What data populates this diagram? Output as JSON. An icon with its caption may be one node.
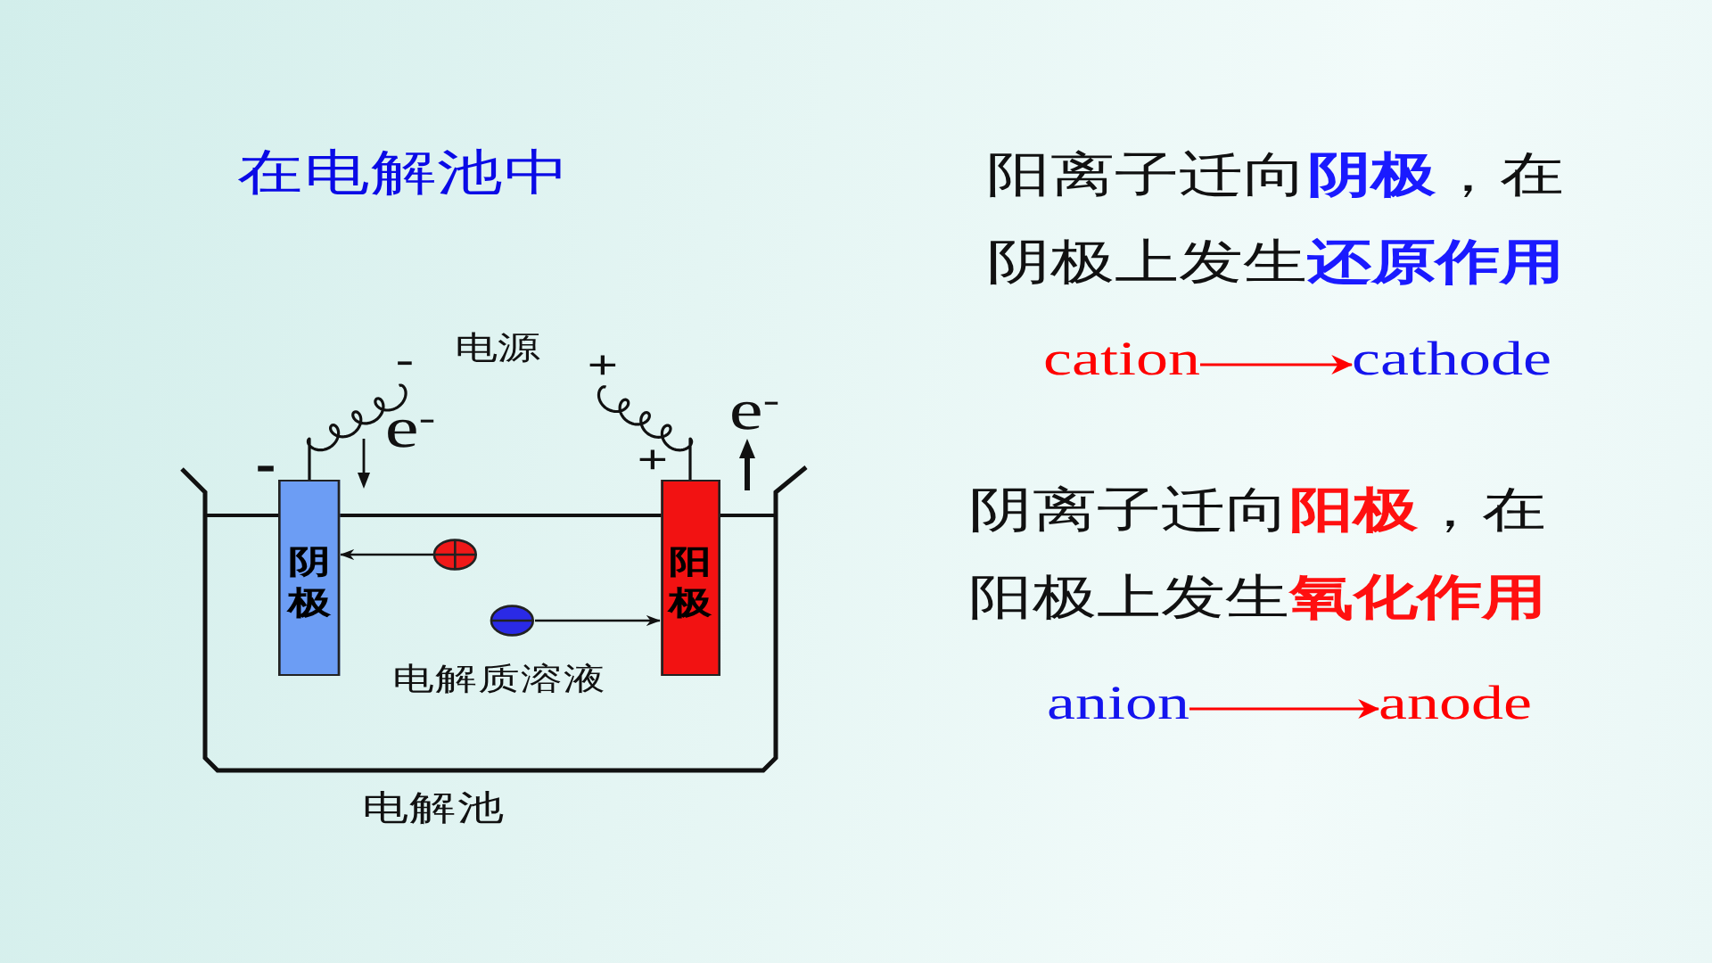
{
  "diagram": {
    "title": "在电解池中",
    "nodes": [
      {
        "text": [
          "-"
        ]
      },
      {
        "text": [
          "+"
        ]
      },
      {
        "text": [
          "电解质溶液",
          "电解池"
        ]
      },
      {
        "text": [
          "阴极"
        ],
        "in": 2
      },
      {
        "text": [],
        "shape": "circle",
        "in": 2
      },
      {
        "text": [],
        "shape": "circle",
        "in": 2
      },
      {
        "text": [
          "阳极"
        ],
        "in": 2
      },
      {
        "text": [
          "cation"
        ]
      },
      {
        "text": [
          "cathode"
        ]
      },
      {
        "text": [
          "anion"
        ]
      },
      {
        "text": [
          "anode"
        ]
      }
    ],
    "edges": [
      {
        "from": 4,
        "to": 3,
        "arrow": "to"
      },
      {
        "from": 5,
        "to": 6,
        "arrow": "to"
      },
      {
        "from": 3,
        "to": 0,
        "arrow": "none"
      },
      {
        "from": 6,
        "to": 1,
        "arrow": "none"
      },
      {
        "from": 7,
        "to": 8,
        "arrow": "to",
        "color": "#ff0000"
      },
      {
        "from": 9,
        "to": 10,
        "arrow": "to",
        "color": "#ff0000"
      }
    ],
    "labels": [
      "电源",
      "e$^{-}$",
      "e$^{-}$",
      "-",
      "+",
      "阳离子迁向**阴极**，在阴极上发生**还原作用**",
      "阴离子迁向**阳极**，在阳极上发生**氧化作用**"
    ]
  }
}
